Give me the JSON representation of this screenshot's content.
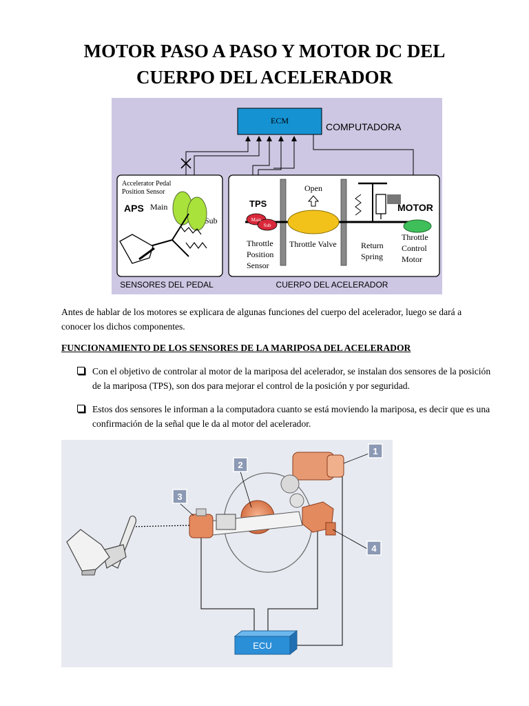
{
  "title": {
    "line1": "MOTOR PASO A PASO Y MOTOR DC DEL",
    "line2": "CUERPO DEL ACELERADOR"
  },
  "figure1": {
    "ecm": "ECM",
    "computadora": "COMPUTADORA",
    "aps_sensor_line1": "Accelerator Pedal",
    "aps_sensor_line2": "Position Sensor",
    "aps": "APS",
    "main": "Main",
    "sub": "Sub",
    "tps": "TPS",
    "tps_main": "Main",
    "tps_sub": "Sub",
    "open": "Open",
    "motor": "MOTOR",
    "throttle_position_sensor": [
      "Throttle",
      "Position",
      "Sensor"
    ],
    "throttle_valve": "Throttle Valve",
    "return_spring": [
      "Return",
      "Spring"
    ],
    "throttle_control_motor": [
      "Throttle",
      "Control",
      "Motor"
    ],
    "sensores_del_pedal": "SENSORES DEL PEDAL",
    "cuerpo_del_acelerador": "CUERPO DEL ACELERADOR"
  },
  "intro": "Antes de hablar de los motores se explicara de algunas funciones del cuerpo del acelerador, luego se dará a conocer los dichos componentes.",
  "heading": "FUNCIONAMIENTO DE LOS SENSORES DE LA MARIPOSA DEL ACELERADOR",
  "bullets": [
    "Con el objetivo de controlar al motor de la mariposa del acelerador, se instalan dos sensores de la posición de la mariposa (TPS), son dos para mejorar el control de la posición y por seguridad.",
    " Estos dos sensores le informan a la computadora cuanto se está  moviendo la mariposa, es decir que es una confirmación de la señal que le da al motor del acelerador."
  ],
  "figure2": {
    "labels": [
      "1",
      "2",
      "3",
      "4"
    ],
    "ecu": "ECU"
  },
  "colors": {
    "diagram_bg": "#cdc7e3",
    "ecm_box": "#1592d2",
    "sensor_green": "#a8e23a",
    "tps_red": "#d9283a",
    "valve_yellow": "#f2c21b",
    "motor_green": "#3fbf5a",
    "figure2_bg": "#e7eaf0",
    "ecu_box": "#2b8fd8",
    "label_box": "#8c99b4"
  }
}
